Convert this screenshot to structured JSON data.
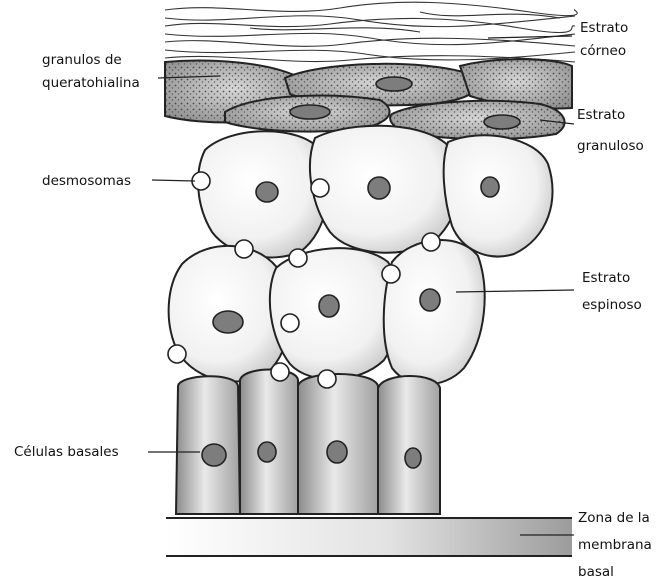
{
  "labels": {
    "granulos_line1": "granulos de",
    "granulos_line2": "queratohialina",
    "desmosomas": "desmosomas",
    "celulas_basales": "Células basales",
    "estrato_corneo_line1": "Estrato",
    "estrato_corneo_line2": "córneo",
    "estrato_granuloso_line1": "Estrato",
    "estrato_granuloso_line2": "granuloso",
    "estrato_espinoso_line1": "Estrato",
    "estrato_espinoso_line2": "espinoso",
    "zona_line1": "Zona de la",
    "zona_line2": "membrana",
    "zona_line3": "basal"
  },
  "colors": {
    "outline": "#222222",
    "cell_fill_light": "#f4f4f4",
    "cell_fill_dark": "#9a9a9a",
    "granular_cell_fill": "#a9a9a9",
    "nucleus_fill": "#7d7d7d",
    "desmosome_fill": "#ffffff",
    "membrane_fill": "#b8b8b8"
  }
}
